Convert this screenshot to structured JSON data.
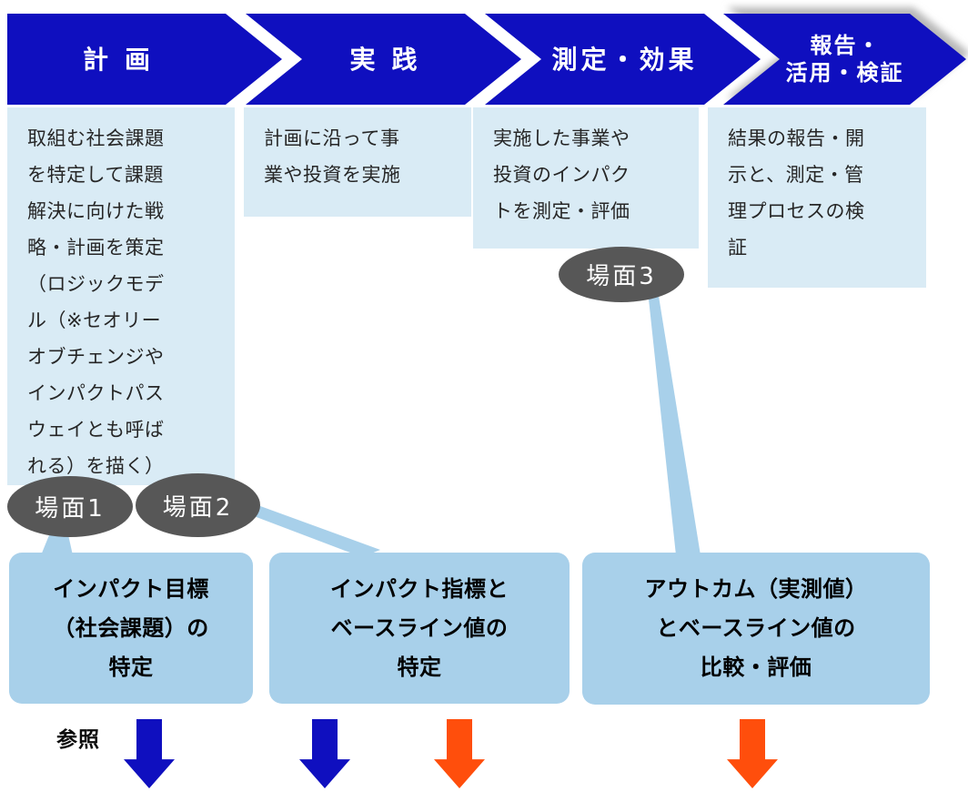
{
  "title": "impact-measurement-process-flow",
  "process_steps": [
    {
      "label": "計画",
      "description": "取組む社会課題\nを特定して課題\n解決に向けた戦\n略・計画を策定\n（ロジックモデ\nル（※セオリー\nオブチェンジや\nインパクトパス\nウェイとも呼ば\nれる）を描く）"
    },
    {
      "label": "実践",
      "description": "計画に沿って事\n業や投資を実施"
    },
    {
      "label": "測定・効果",
      "description": "実施した事業や\n投資のインパク\nトを測定・評価"
    },
    {
      "label": "報告・\n活用・検証",
      "description": "結果の報告・開\n示と、測定・管\n理プロセスの検\n証"
    }
  ],
  "scenes": [
    {
      "label": "場面1"
    },
    {
      "label": "場面2"
    },
    {
      "label": "場面3"
    }
  ],
  "outputs": [
    {
      "label": "インパクト目標\n（社会課題）の\n特定"
    },
    {
      "label": "インパクト指標と\nベースライン値の\n特定"
    },
    {
      "label": "アウトカム（実測値）\nとベースライン値の\n比較・評価"
    }
  ],
  "reference_label": "参照",
  "colors": {
    "primary-blue": "#0f0fbf",
    "accent-orange": "#ff4e0c",
    "panel-light-blue": "#d9ebf5",
    "panel-medium-blue": "#a8d0ea",
    "scene-gray": "#575757"
  }
}
